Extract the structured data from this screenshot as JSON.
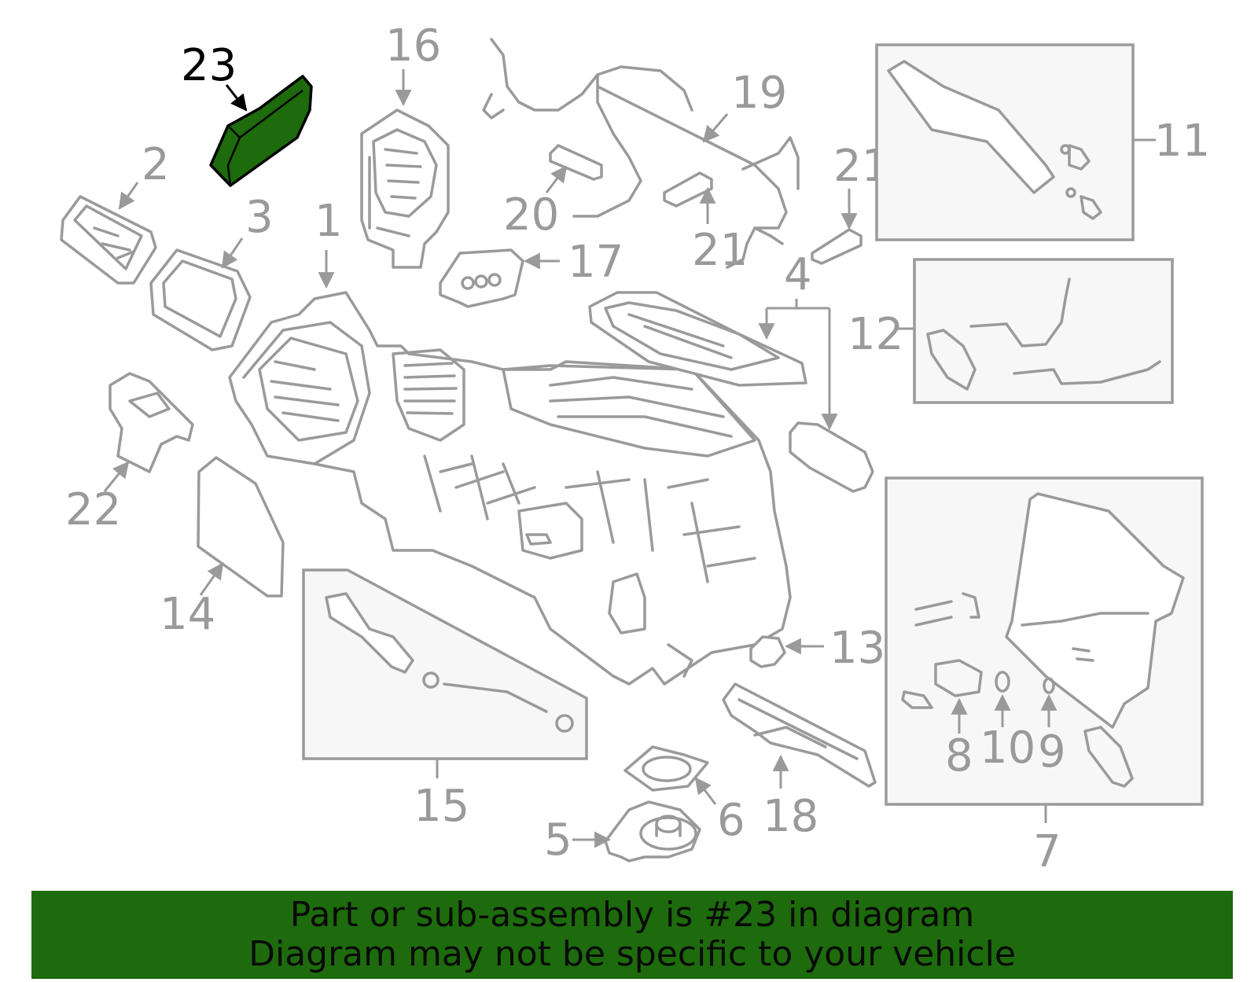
{
  "callouts": {
    "c1": "1",
    "c2": "2",
    "c3": "3",
    "c4": "4",
    "c5": "5",
    "c6": "6",
    "c7": "7",
    "c8": "8",
    "c9": "9",
    "c10": "10",
    "c11": "11",
    "c12": "12",
    "c13": "13",
    "c14": "14",
    "c15": "15",
    "c16": "16",
    "c17": "17",
    "c18": "18",
    "c19": "19",
    "c20": "20",
    "c21a": "21",
    "c21b": "21",
    "c22": "22",
    "c23": "23"
  },
  "highlight": {
    "part_number": "23",
    "color": "#1d6b0c"
  },
  "banner": {
    "line1": "Part or sub-assembly is #23 in diagram",
    "line2": "Diagram may not be specific to your vehicle",
    "background": "#1d6b0c"
  }
}
